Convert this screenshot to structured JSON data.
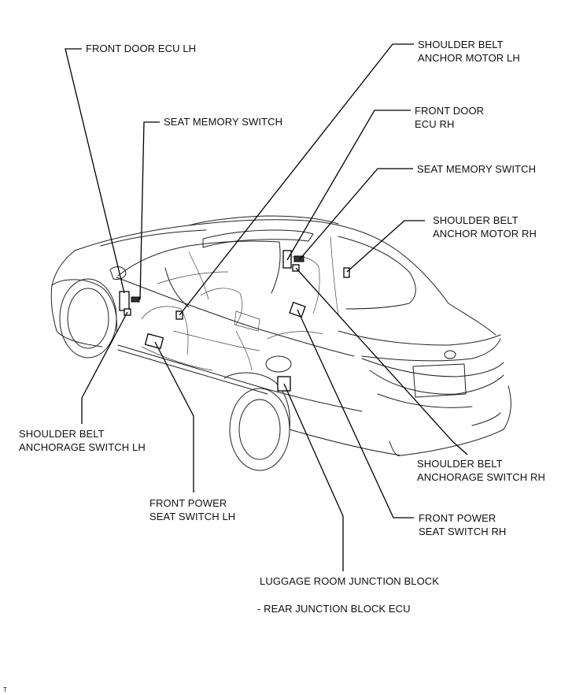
{
  "labels": {
    "front_door_ecu_lh": [
      "FRONT DOOR ECU LH"
    ],
    "seat_memory_switch_lh": [
      "SEAT MEMORY SWITCH"
    ],
    "shoulder_belt_anchor_motor_lh": [
      "SHOULDER BELT",
      "ANCHOR MOTOR LH"
    ],
    "front_door_ecu_rh": [
      "FRONT DOOR",
      "ECU RH"
    ],
    "seat_memory_switch_rh": [
      "SEAT MEMORY SWITCH"
    ],
    "shoulder_belt_anchor_motor_rh": [
      "SHOULDER BELT",
      "ANCHOR MOTOR RH"
    ],
    "shoulder_belt_anchorage_switch_lh": [
      "SHOULDER BELT",
      "ANCHORAGE SWITCH LH"
    ],
    "front_power_seat_switch_lh": [
      "FRONT POWER",
      "SEAT SWITCH LH"
    ],
    "shoulder_belt_anchorage_switch_rh": [
      "SHOULDER BELT",
      "ANCHORAGE SWITCH RH"
    ],
    "front_power_seat_switch_rh": [
      "FRONT POWER",
      "SEAT SWITCH RH"
    ],
    "luggage_room_junction_block": [
      "LUGGAGE ROOM JUNCTION BLOCK"
    ],
    "rear_junction_block_ecu": [
      "- REAR JUNCTION BLOCK ECU"
    ]
  },
  "corner_mark": "T"
}
